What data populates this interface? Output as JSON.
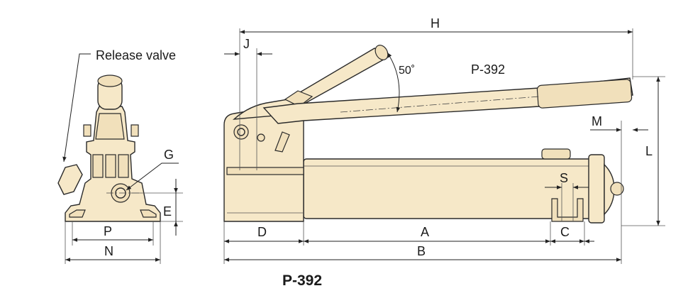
{
  "side_view": {
    "release_valve_label": "Release valve",
    "dim_g": "G",
    "dim_e": "E",
    "dim_p": "P",
    "dim_n": "N"
  },
  "front_view": {
    "dim_h": "H",
    "dim_j": "J",
    "angle_label": "50˚",
    "model_label": "P-392",
    "dim_m": "M",
    "dim_l": "L",
    "dim_s": "S",
    "dim_d": "D",
    "dim_a": "A",
    "dim_c": "C",
    "dim_b": "B"
  },
  "caption": "P-392",
  "colors": {
    "body_fill": "#f6e8c8",
    "outline": "#2a2a2a"
  }
}
